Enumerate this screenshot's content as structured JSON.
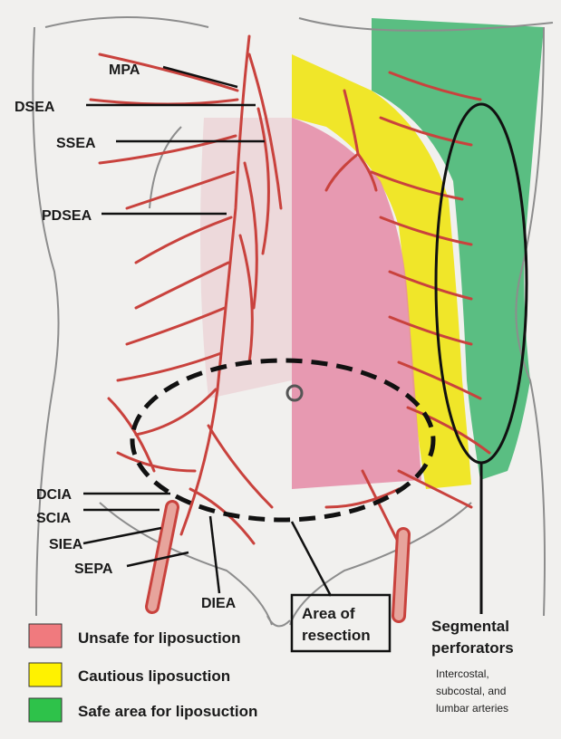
{
  "labels": {
    "mpa": "MPA",
    "dsea": "DSEA",
    "ssea": "SSEA",
    "pdsea": "PDSEA",
    "dcia": "DCIA",
    "scia": "SCIA",
    "siea": "SIEA",
    "sepa": "SEPA",
    "diea": "DIEA"
  },
  "resection": {
    "line1": "Area of",
    "line2": "resection"
  },
  "perforators": {
    "title1": "Segmental",
    "title2": "perforators",
    "sub1": "Intercostal,",
    "sub2": "subcostal, and",
    "sub3": "lumbar arteries"
  },
  "legend": [
    {
      "label": "Unsafe for liposuction",
      "color": "#f07a7e"
    },
    {
      "label": "Cautious liposuction",
      "color": "#fff200"
    },
    {
      "label": "Safe area for liposuction",
      "color": "#2ec24a"
    }
  ],
  "colors": {
    "vessel": "#c9423d",
    "vessel_fill": "#e7a49c",
    "pink_zone": "#e68aa8",
    "yellow_zone": "#f2ea2e",
    "green_zone": "#35b56a"
  }
}
